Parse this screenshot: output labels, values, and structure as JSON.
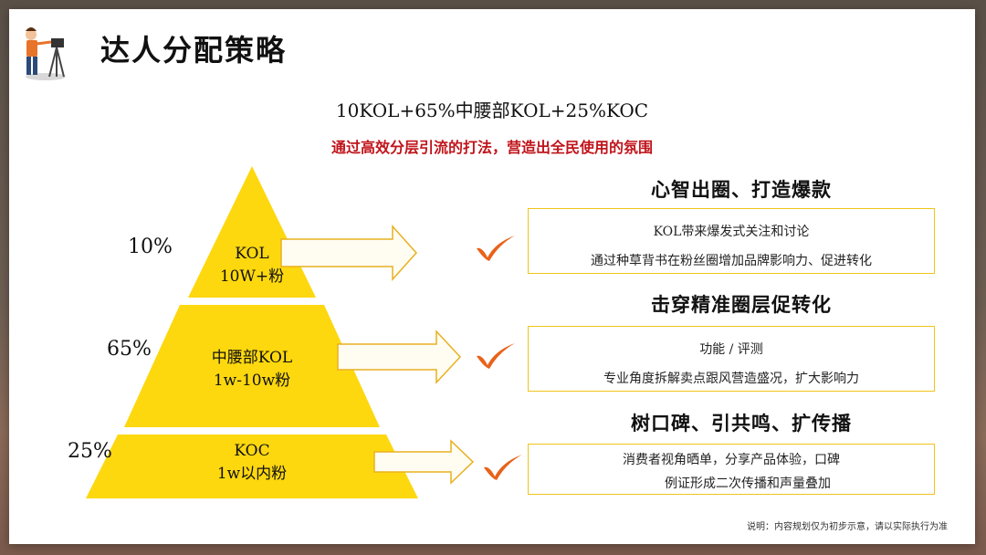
{
  "header": {
    "title": "达人分配策略",
    "logo_icon": "camera-operator-icon"
  },
  "formula": "10KOL+65%中腰部KOL+25%KOC",
  "subtitle": "通过高效分层引流的打法，营造出全民使用的氛围",
  "pyramid": [
    {
      "percent": "10%",
      "name": "KOL",
      "fans": "10W+粉"
    },
    {
      "percent": "65%",
      "name": "中腰部KOL",
      "fans": "1w-10w粉"
    },
    {
      "percent": "25%",
      "name": "KOC",
      "fans": "1w以内粉"
    }
  ],
  "sections": [
    {
      "title": "心智出圈、打造爆款",
      "lines": [
        "KOL带来爆发式关注和讨论",
        "通过种草背书在粉丝圈增加品牌影响力、促进转化"
      ]
    },
    {
      "title": "击穿精准圈层促转化",
      "lines": [
        "功能 / 评测",
        "专业角度拆解卖点跟风营造盛况，扩大影响力"
      ]
    },
    {
      "title": "树口碑、引共鸣、扩传播",
      "lines": [
        "消费者视角晒单，分享产品体验，口碑",
        "例证形成二次传播和声量叠加"
      ]
    }
  ],
  "note": "说明：内容规划仅为初步示意，请以实际执行为准",
  "colors": {
    "pyramid": "#fdd80f",
    "box_border": "#f0c419",
    "check": "#e8621a",
    "subtitle": "#c0141b",
    "arrow_stroke": "#e8b020"
  }
}
